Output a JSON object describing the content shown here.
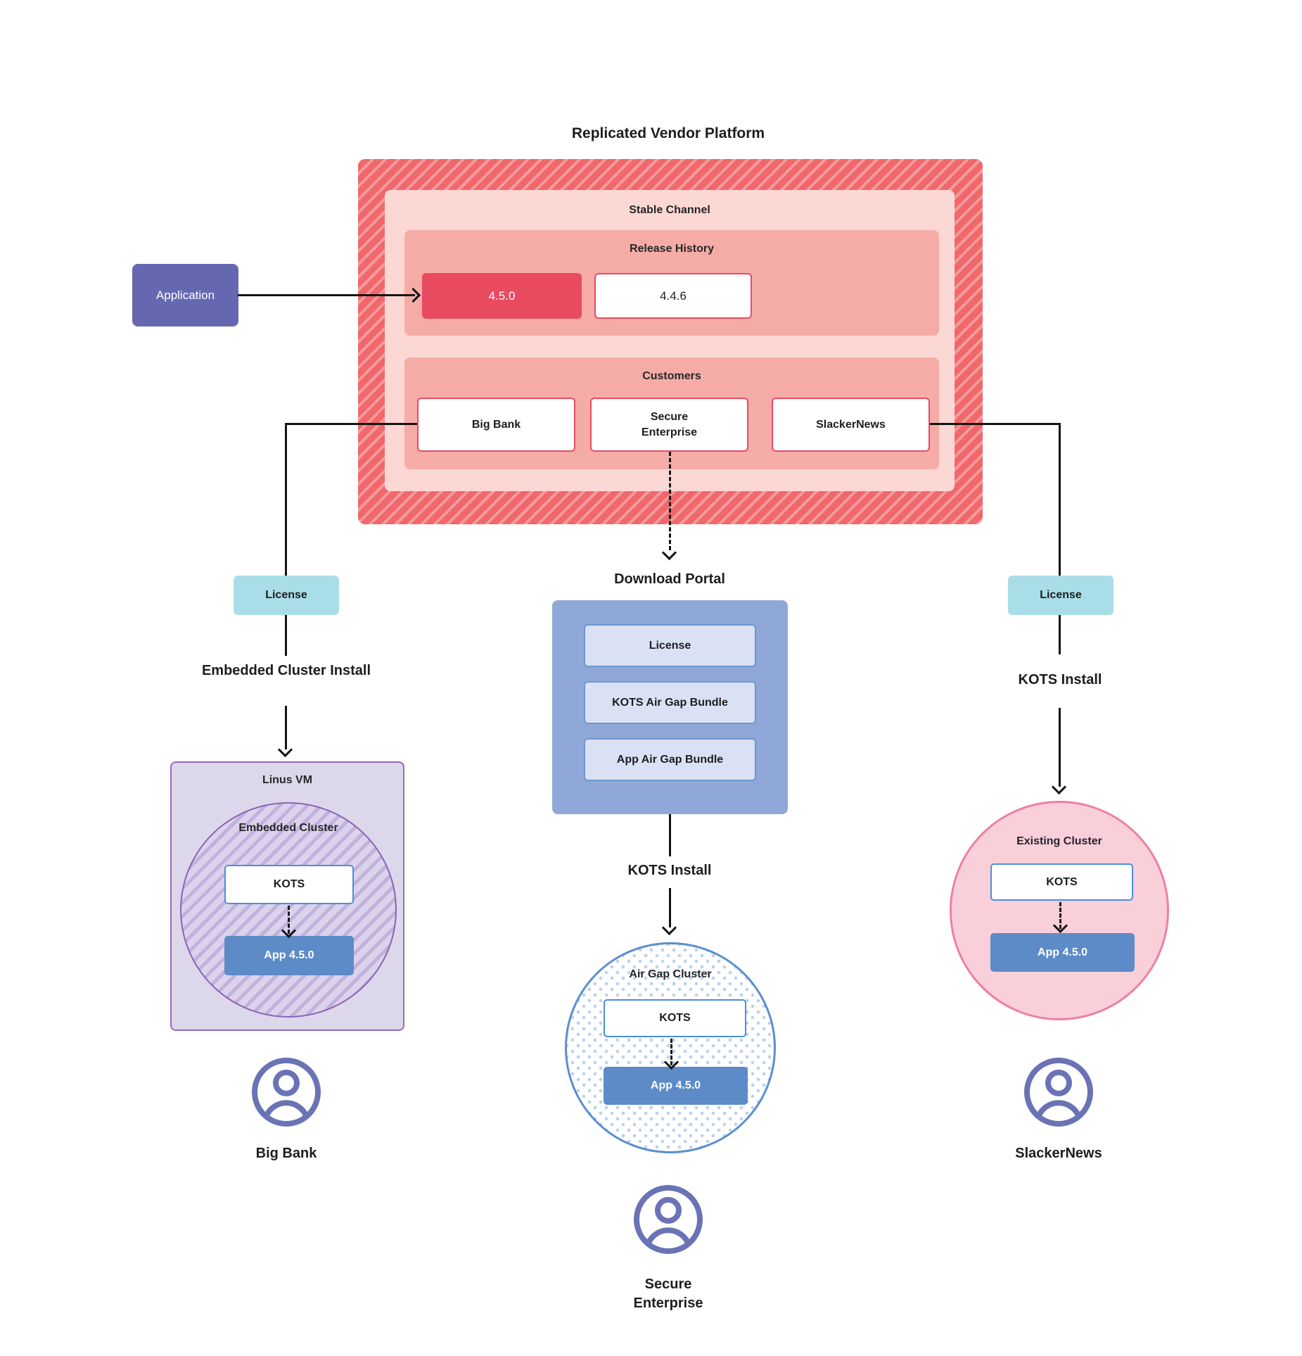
{
  "title": "Replicated Vendor Platform",
  "application": {
    "label": "Application"
  },
  "platform": {
    "stable_channel": {
      "label": "Stable Channel",
      "release_history": {
        "label": "Release History",
        "releases": [
          {
            "version": "4.5.0",
            "current": true
          },
          {
            "version": "4.4.6",
            "current": false
          }
        ]
      },
      "customers": {
        "label": "Customers",
        "items": [
          {
            "name": "Big Bank"
          },
          {
            "name": "Secure Enterprise"
          },
          {
            "name": "SlackerNews"
          }
        ]
      }
    }
  },
  "flows": {
    "big_bank": {
      "license_label": "License",
      "install_label": "Embedded Cluster Install",
      "vm_label": "Linus VM",
      "cluster_label": "Embedded Cluster",
      "kots_label": "KOTS",
      "app_label": "App 4.5.0",
      "user_label": "Big Bank"
    },
    "secure_enterprise": {
      "portal_label": "Download Portal",
      "portal_items": [
        "License",
        "KOTS Air Gap Bundle",
        "App Air Gap Bundle"
      ],
      "install_label": "KOTS Install",
      "cluster_label": "Air Gap Cluster",
      "kots_label": "KOTS",
      "app_label": "App 4.5.0",
      "user_label": "Secure Enterprise"
    },
    "slacker_news": {
      "license_label": "License",
      "install_label": "KOTS Install",
      "cluster_label": "Existing Cluster",
      "kots_label": "KOTS",
      "app_label": "App 4.5.0",
      "user_label": "SlackerNews"
    }
  },
  "icons": {
    "user": "user-icon"
  },
  "colors": {
    "red_accent": "#e84a60",
    "hatch_red": "#f0686c",
    "channel_pink": "#fbd8d4",
    "section_pink": "#f6aca6",
    "indigo": "#6568b1",
    "teal": "#a9dee8",
    "portal_blue": "#8fa8d8",
    "portal_item_blue": "#dbe1f5",
    "app_blue": "#5c8bc7",
    "kots_border_blue": "#4a90d9",
    "purple_fill": "#ddd7ec",
    "purple_border": "#8f6cba",
    "pink_fill": "#f9cfda",
    "pink_border": "#ee7fa5",
    "user_icon": "#6a73b5"
  }
}
